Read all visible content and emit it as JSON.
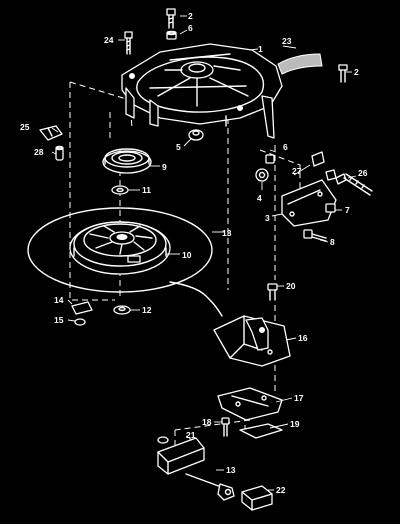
{
  "callouts": [
    {
      "id": "c1",
      "text": "1"
    },
    {
      "id": "c2a",
      "text": "2"
    },
    {
      "id": "c2b",
      "text": "2"
    },
    {
      "id": "c3",
      "text": "3"
    },
    {
      "id": "c4",
      "text": "4"
    },
    {
      "id": "c5",
      "text": "5"
    },
    {
      "id": "c6a",
      "text": "6"
    },
    {
      "id": "c6b",
      "text": "6"
    },
    {
      "id": "c7",
      "text": "7"
    },
    {
      "id": "c8",
      "text": "8"
    },
    {
      "id": "c9",
      "text": "9"
    },
    {
      "id": "c10",
      "text": "10"
    },
    {
      "id": "c11",
      "text": "11"
    },
    {
      "id": "c12",
      "text": "12"
    },
    {
      "id": "c13a",
      "text": "13"
    },
    {
      "id": "c13b",
      "text": "13"
    },
    {
      "id": "c14",
      "text": "14"
    },
    {
      "id": "c15",
      "text": "15"
    },
    {
      "id": "c16",
      "text": "16"
    },
    {
      "id": "c17",
      "text": "17"
    },
    {
      "id": "c18",
      "text": "18"
    },
    {
      "id": "c19",
      "text": "19"
    },
    {
      "id": "c20",
      "text": "20"
    },
    {
      "id": "c21",
      "text": "21"
    },
    {
      "id": "c22",
      "text": "22"
    },
    {
      "id": "c23",
      "text": "23"
    },
    {
      "id": "c24",
      "text": "24"
    },
    {
      "id": "c25",
      "text": "25"
    },
    {
      "id": "c26",
      "text": "26"
    },
    {
      "id": "c27",
      "text": "27"
    },
    {
      "id": "c28",
      "text": "28"
    }
  ],
  "colors": {
    "background": "#000000",
    "line": "#ffffff"
  }
}
